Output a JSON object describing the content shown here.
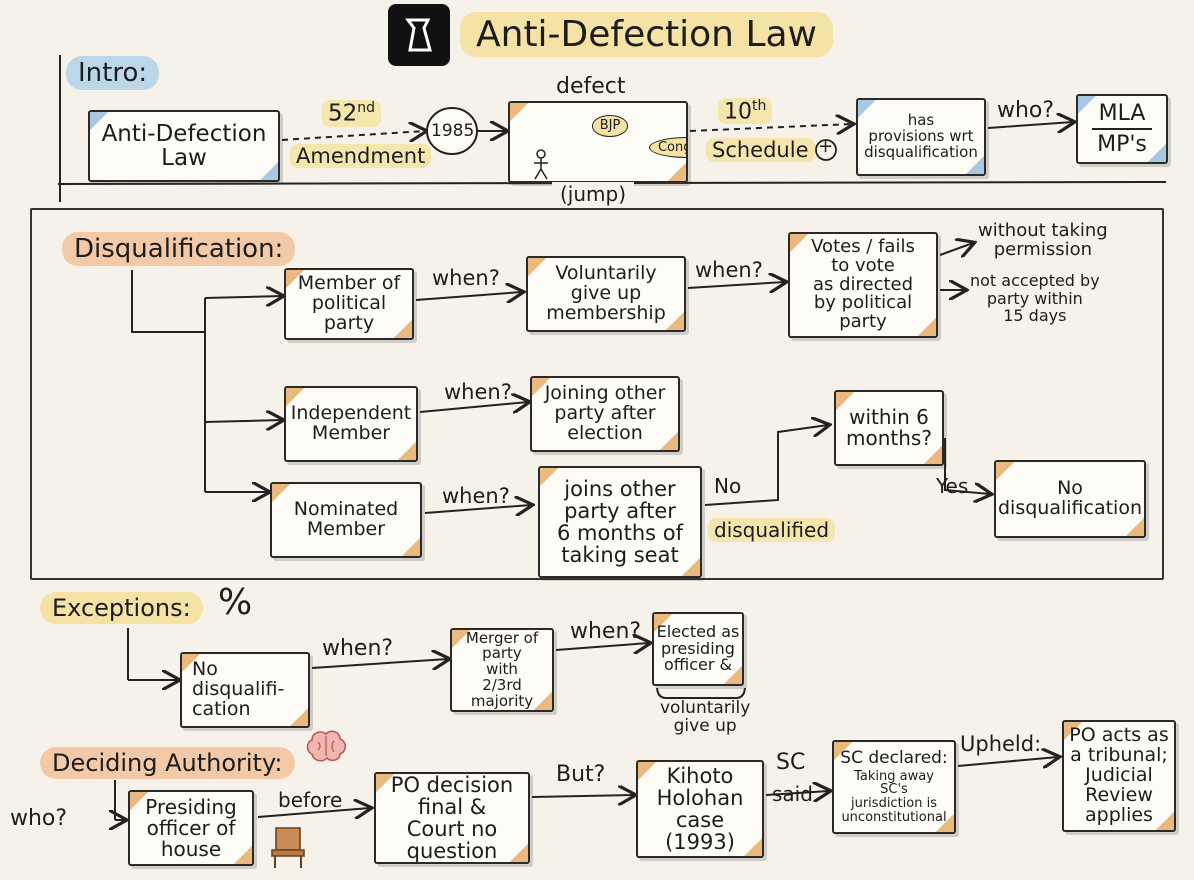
{
  "title": "Anti-Defection Law",
  "intro": {
    "heading": "Intro:",
    "law_box": "Anti-Defection Law",
    "amend_num": "52",
    "amend_sup": "nd",
    "amend_word": "Amendment",
    "year": "1985",
    "defect": "defect",
    "party_a": "BJP",
    "party_b": "Congress",
    "jump": "(jump)",
    "sched_num": "10",
    "sched_sup": "th",
    "sched_word": "Schedule",
    "plus": "+",
    "provisions": "has\nprovisions wrt\ndisqualification",
    "who": "who?",
    "mla": "MLA",
    "mps": "MP's"
  },
  "disq": {
    "heading": "Disqualification:",
    "member_box": "Member of\npolitical\nparty",
    "when1": "when?",
    "voluntarily": "Voluntarily\ngive up\nmembership",
    "when2": "when?",
    "votes_box": "Votes / fails\nto vote\nas directed\nby political\nparty",
    "without_perm": "without taking\npermission",
    "not_accepted": "not accepted by\nparty within\n15 days",
    "independent_box": "Independent\nMember",
    "when3": "when?",
    "joining_box": "Joining other\nparty after\nelection",
    "nominated_box": "Nominated\nMember",
    "when4": "when?",
    "joins_box": "joins other\nparty after\n6 months of\ntaking seat",
    "no": "No",
    "within_box": "within 6\nmonths?",
    "yes": "Yes",
    "nodisq_box": "No\ndisqualification",
    "disqualified": "disqualified"
  },
  "exceptions": {
    "heading": "Exceptions:",
    "percent": "%",
    "nodisq_box": "No\ndisqualifi-\ncation",
    "when1": "when?",
    "merger_box": "Merger of\nparty\nwith\n2/3rd majority",
    "when2": "when?",
    "elected_box": "Elected as\npresiding\nofficer &",
    "vol_give_up": "voluntarily\ngive up"
  },
  "authority": {
    "heading": "Deciding Authority:",
    "who": "who?",
    "presiding_box": "Presiding\nofficer of\nhouse",
    "before": "before",
    "po_decision_box": "PO decision\nfinal &\nCourt no\nquestion",
    "but": "But?",
    "kihoto_box": "Kihoto\nHolohan\ncase\n(1993)",
    "sc": "SC",
    "said": "said",
    "sc_declared_title": "SC declared:",
    "sc_declared_body": "Taking away\nSC's\njurisdiction is\nunconstitutional",
    "upheld": "Upheld:",
    "po_tribunal_box": "PO acts as\na tribunal;\nJudicial\nReview\napplies"
  },
  "colors": {
    "blue": "#bcd6ea",
    "peach": "#f3c9a7",
    "yellow": "#f4e3a4",
    "ink": "#1d1d1d"
  },
  "icons": [
    "logo-icon",
    "person-icon",
    "brain-icon",
    "chair-icon"
  ]
}
